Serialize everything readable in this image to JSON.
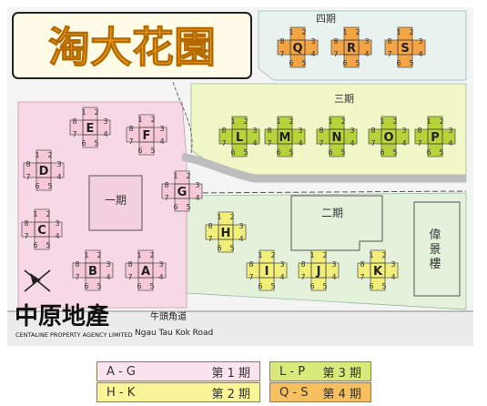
{
  "estate": {
    "title": "淘大花園",
    "phase_labels": {
      "phase1": "一期",
      "phase2": "二期",
      "phase3": "三期",
      "phase4": "四期"
    },
    "neighbour": "偉景樓"
  },
  "road": {
    "chinese": "牛頭角道",
    "english": "Ngau Tau Kok Road"
  },
  "agency": {
    "chinese": "中原地產",
    "english": "CENTALINE PROPERTY AGENCY LIMITED"
  },
  "unit_numbers": [
    "1",
    "2",
    "3",
    "4",
    "5",
    "6",
    "7",
    "8"
  ],
  "blocks": {
    "phase1": [
      "A",
      "B",
      "C",
      "D",
      "E",
      "F",
      "G"
    ],
    "phase2": [
      "H",
      "I",
      "J",
      "K"
    ],
    "phase3": [
      "L",
      "M",
      "N",
      "O",
      "P"
    ],
    "phase4": [
      "Q",
      "R",
      "S"
    ]
  },
  "legend": [
    {
      "range": "A - G",
      "phase": "第 1 期",
      "color": "#fbe3ef"
    },
    {
      "range": "L - P",
      "phase": "第 3 期",
      "color": "#d8ea7a"
    },
    {
      "range": "H - K",
      "phase": "第 2 期",
      "color": "#fbf59a"
    },
    {
      "range": "Q - S",
      "phase": "第 4 期",
      "color": "#f6c060"
    }
  ],
  "colors": {
    "phase1": "#f6d8e6",
    "phase2": "#e6f3dc",
    "phase3": "#f0f7c4",
    "phase4": "#e9f2ef",
    "block_phase1": "#f6c8d8",
    "block_phase2": "#f2ee7a",
    "block_phase3": "#b7d33b",
    "block_phase4": "#f3a545",
    "title": "#f4a21c"
  }
}
